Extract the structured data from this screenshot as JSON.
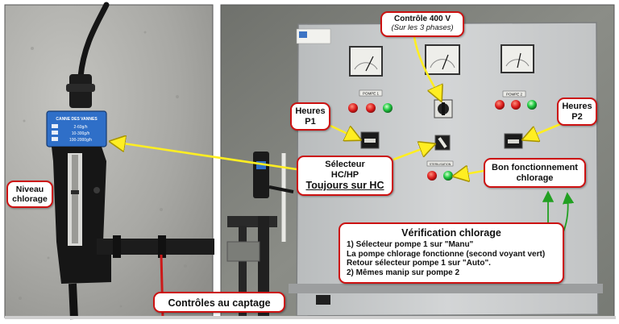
{
  "annotations": {
    "controle": {
      "title": "Contrôle 400 V",
      "subtitle": "(Sur les 3 phases)"
    },
    "heures_p1": {
      "line1": "Heures",
      "line2": "P1"
    },
    "heures_p2": {
      "line1": "Heures",
      "line2": "P2"
    },
    "selecteur": {
      "line1": "Sélecteur",
      "line2": "HC/HP",
      "line3": "Toujours sur HC"
    },
    "bon_fonctionnement": {
      "line1": "Bon fonctionnement",
      "line2": "chlorage"
    },
    "niveau": {
      "line1": "Niveau",
      "line2": "chlorage"
    },
    "verification": {
      "title": "Vérification chlorage",
      "lines": [
        "1) Sélecteur pompe 1 sur \"Manu\"",
        "La pompe chlorage fonctionne (second voyant vert)",
        "Retour sélecteur pompe 1 sur \"Auto\".",
        "2) Mêmes manip sur pompe 2"
      ]
    },
    "captage": {
      "label": "Contrôles au captage"
    }
  },
  "photo": {
    "sensor_label": {
      "line1": "CANNE DES VANNES",
      "line2": "2-60g/h",
      "line3": "10-300g/h",
      "line4": "100-2000g/h"
    },
    "panel_plate_pompe1": "POMPE 1",
    "panel_plate_pompe2": "POMPE 2",
    "panel_plate_sterilisation": "STERILISATION"
  },
  "colors": {
    "callout_border": "#cc1111",
    "arrow_yellow": "#ffee22",
    "arrow_green": "#22a022",
    "panel_grey": "#c9cbcc",
    "wall_grey": "#8a8c88",
    "lamp_red": "#d81a1a",
    "lamp_green": "#22cc44"
  }
}
